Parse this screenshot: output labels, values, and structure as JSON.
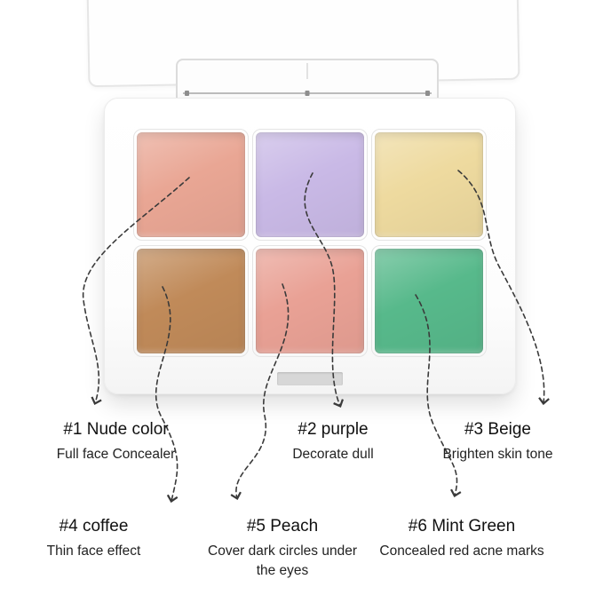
{
  "product": {
    "pans": [
      {
        "id": "nude",
        "color": "#e9a694"
      },
      {
        "id": "purple",
        "color": "#c9b9e6"
      },
      {
        "id": "beige",
        "color": "#eeda9f"
      },
      {
        "id": "coffee",
        "color": "#c08a59"
      },
      {
        "id": "peach",
        "color": "#e9a195"
      },
      {
        "id": "mint",
        "color": "#57b98b"
      }
    ]
  },
  "labels": [
    {
      "title": "#1 Nude color",
      "subtitle": "Full face Concealer"
    },
    {
      "title": "#2 purple",
      "subtitle": "Decorate dull"
    },
    {
      "title": "#3 Beige",
      "subtitle": "Brighten skin tone"
    },
    {
      "title": "#4 coffee",
      "subtitle": "Thin face effect"
    },
    {
      "title": "#5 Peach",
      "subtitle": "Cover dark circles under the eyes"
    },
    {
      "title": "#6 Mint Green",
      "subtitle": "Concealed red acne marks"
    }
  ],
  "arrow_color": "#3a3a3a"
}
